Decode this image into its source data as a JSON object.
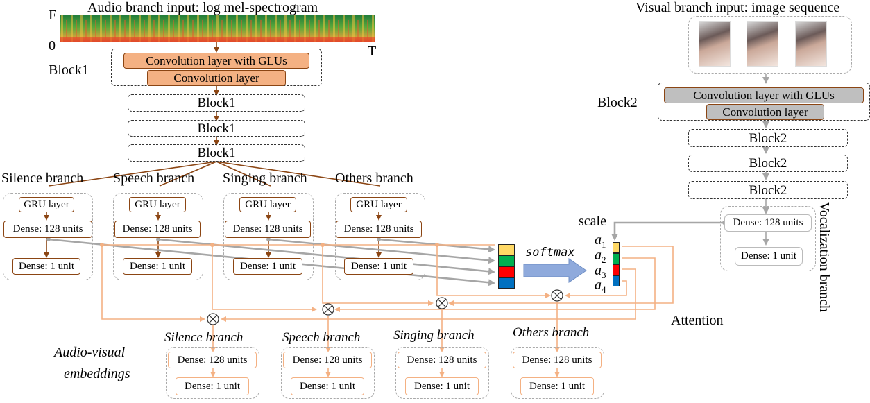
{
  "audio_input": {
    "title": "Audio branch input: log mel-spectrogram",
    "axis_top": "F",
    "axis_bottom": "0",
    "axis_right": "T"
  },
  "visual_input": {
    "title": "Visual branch input: image sequence"
  },
  "audio_block": {
    "label": "Block1",
    "conv_glu": "Convolution layer with GLUs",
    "conv": "Convolution layer",
    "repeat1": "Block1",
    "repeat2": "Block1",
    "repeat3": "Block1"
  },
  "visual_block": {
    "label": "Block2",
    "conv_glu": "Convolution layer with GLUs",
    "conv": "Convolution layer",
    "repeat1": "Block2",
    "repeat2": "Block2",
    "repeat3": "Block2"
  },
  "audio_branches": [
    {
      "name": "Silence branch",
      "gru": "GRU layer",
      "dense128": "Dense: 128 units",
      "dense1": "Dense: 1 unit"
    },
    {
      "name": "Speech branch",
      "gru": "GRU layer",
      "dense128": "Dense: 128 units",
      "dense1": "Dense: 1 unit"
    },
    {
      "name": "Singing branch",
      "gru": "GRU layer",
      "dense128": "Dense: 128 units",
      "dense1": "Dense: 1 unit"
    },
    {
      "name": "Others branch",
      "gru": "GRU layer",
      "dense128": "Dense: 128 units",
      "dense1": "Dense: 1 unit"
    }
  ],
  "vocalization_branch": {
    "label": "Vocalization branch",
    "dense128": "Dense: 128 units",
    "dense1": "Dense: 1 unit"
  },
  "attention": {
    "label": "Attention",
    "softmax": "softmax",
    "scale": "scale",
    "weights": [
      "a1",
      "a2",
      "a3",
      "a4"
    ],
    "weight_letter": "a",
    "weight_subscripts": [
      "1",
      "2",
      "3",
      "4"
    ]
  },
  "av_embeddings": {
    "label_line1": "Audio-visual",
    "label_line2": "embeddings",
    "branches": [
      {
        "name": "Silence branch",
        "dense128": "Dense: 128 units",
        "dense1": "Dense: 1 unit"
      },
      {
        "name": "Speech branch",
        "dense128": "Dense: 128 units",
        "dense1": "Dense: 1 unit"
      },
      {
        "name": "Singing branch",
        "dense128": "Dense: 128 units",
        "dense1": "Dense: 1 unit"
      },
      {
        "name": "Others branch",
        "dense128": "Dense: 128 units",
        "dense1": "Dense: 1 unit"
      }
    ]
  },
  "colors": {
    "audio_arrow": "#8b4513",
    "visual_arrow": "#a6a6a6",
    "fusion_line": "#f4b183",
    "conv_fill": "#f4b183",
    "visual_conv_fill": "#bfbfbf",
    "attention_cells": [
      "#ffd966",
      "#00b050",
      "#ff0000",
      "#0070c0"
    ],
    "softmax_arrow": "#8faadc"
  },
  "icons": {
    "multiply": "circle-times-icon",
    "spectrogram": "spectrogram-image",
    "face_frame": "face-frame-image"
  }
}
